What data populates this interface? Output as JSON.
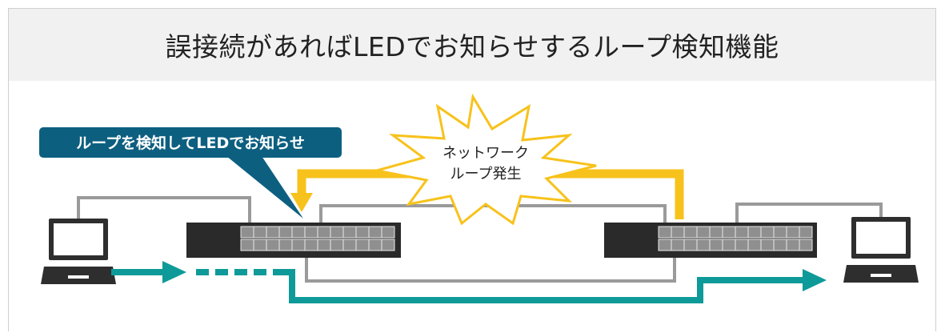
{
  "title": "誤接続があればLEDでお知らせするループ検知機能",
  "callout": {
    "text": "ループを検知してLEDでお知らせ",
    "color": "#0d5f80"
  },
  "burst": {
    "line1": "ネットワーク",
    "line2": "ループ発生",
    "stroke": "#f7c21b"
  },
  "colors": {
    "loop": "#f7c21b",
    "traffic": "#0e9a98",
    "cable": "#9a9a9a",
    "device": "#2a2a2a",
    "port": "#8f8f8f"
  },
  "devices": {
    "left_pc": "laptop-icon",
    "left_switch": "network-switch",
    "right_switch": "network-switch",
    "right_pc": "laptop-icon"
  }
}
